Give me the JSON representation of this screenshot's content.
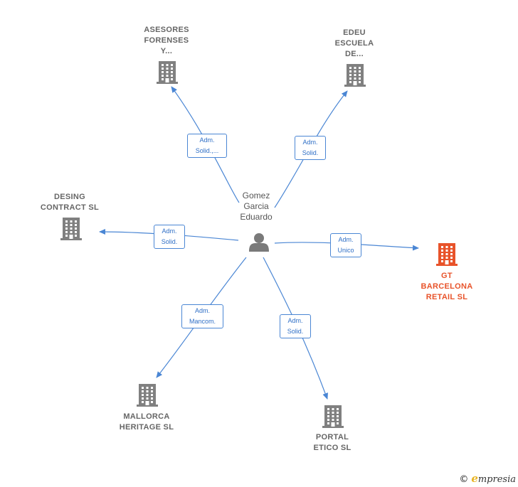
{
  "colors": {
    "edge": "#4a86d4",
    "company_icon": "#808080",
    "highlight_icon": "#e8532a",
    "person_icon": "#7a7a7a"
  },
  "center": {
    "name_lines": [
      "Gomez",
      "Garcia",
      "Eduardo"
    ],
    "icon": "person-icon"
  },
  "companies": [
    {
      "id": "asesores",
      "name_lines": [
        "ASESORES",
        "FORENSES",
        "Y..."
      ],
      "icon": "building-icon",
      "highlighted": false
    },
    {
      "id": "edeu",
      "name_lines": [
        "EDEU",
        "ESCUELA",
        "DE..."
      ],
      "icon": "building-icon",
      "highlighted": false
    },
    {
      "id": "desing",
      "name_lines": [
        "DESING",
        "CONTRACT SL"
      ],
      "icon": "building-icon",
      "highlighted": false
    },
    {
      "id": "gt",
      "name_lines": [
        "GT",
        "BARCELONA",
        "RETAIL  SL"
      ],
      "icon": "building-icon",
      "highlighted": true
    },
    {
      "id": "mallorca",
      "name_lines": [
        "MALLORCA",
        "HERITAGE  SL"
      ],
      "icon": "building-icon",
      "highlighted": false
    },
    {
      "id": "portal",
      "name_lines": [
        "PORTAL",
        "ETICO  SL"
      ],
      "icon": "building-icon",
      "highlighted": false
    }
  ],
  "relations": [
    {
      "to": "asesores",
      "label_lines": [
        "Adm.",
        "Solid.,..."
      ]
    },
    {
      "to": "edeu",
      "label_lines": [
        "Adm.",
        "Solid."
      ]
    },
    {
      "to": "desing",
      "label_lines": [
        "Adm.",
        "Solid."
      ]
    },
    {
      "to": "gt",
      "label_lines": [
        "Adm.",
        "Unico"
      ]
    },
    {
      "to": "mallorca",
      "label_lines": [
        "Adm.",
        "Mancom."
      ]
    },
    {
      "to": "portal",
      "label_lines": [
        "Adm.",
        "Solid."
      ]
    }
  ],
  "footer": {
    "copyright": "©",
    "brand_initial": "e",
    "brand_rest": "mpresia"
  }
}
